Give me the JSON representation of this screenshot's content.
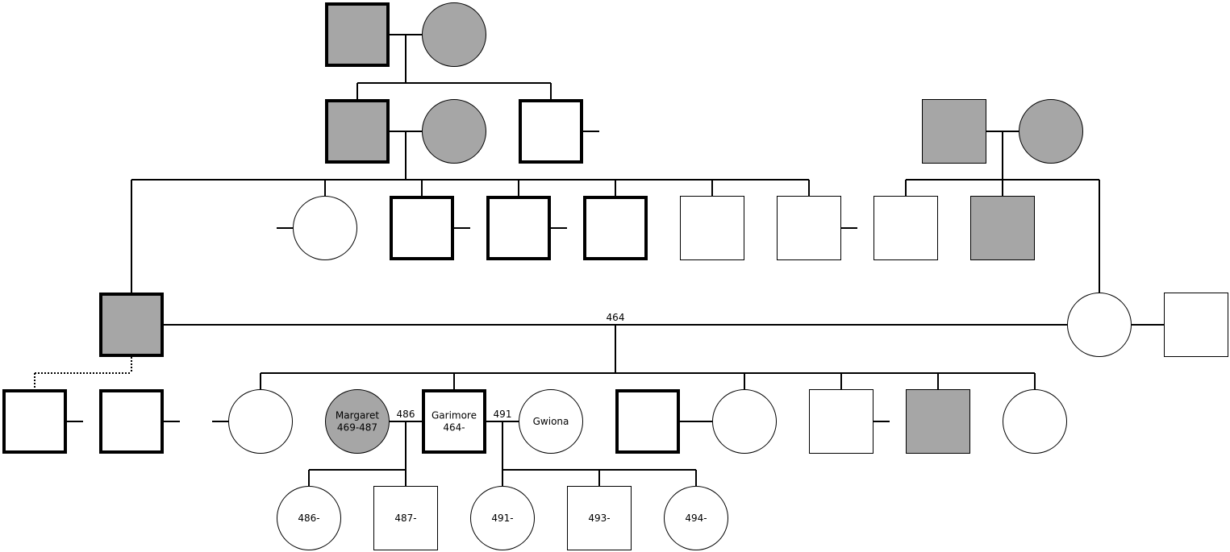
{
  "colors": {
    "affected": "#a6a6a6",
    "unaffected": "#ffffff",
    "stroke": "#000000"
  },
  "people": [
    {
      "id": "g1-father",
      "sex": "male",
      "affected": true,
      "lines": []
    },
    {
      "id": "g1-mother",
      "sex": "female",
      "affected": true,
      "lines": []
    },
    {
      "id": "g2-father",
      "sex": "male",
      "affected": true,
      "lines": []
    },
    {
      "id": "g2-mother",
      "sex": "female",
      "affected": true,
      "lines": []
    },
    {
      "id": "g2-brother",
      "sex": "male",
      "affected": false,
      "lines": []
    },
    {
      "id": "right-grandfather",
      "sex": "male",
      "affected": true,
      "lines": []
    },
    {
      "id": "right-grandmother",
      "sex": "female",
      "affected": true,
      "lines": []
    },
    {
      "id": "g3-sibling-1",
      "sex": "female",
      "affected": false,
      "lines": []
    },
    {
      "id": "g3-sibling-2",
      "sex": "male",
      "affected": false,
      "lines": []
    },
    {
      "id": "g3-sibling-3",
      "sex": "male",
      "affected": false,
      "lines": []
    },
    {
      "id": "g3-sibling-4",
      "sex": "male",
      "affected": false,
      "lines": []
    },
    {
      "id": "g3-sibling-5",
      "sex": "male",
      "affected": false,
      "lines": []
    },
    {
      "id": "g3-sibling-6",
      "sex": "male",
      "affected": false,
      "lines": []
    },
    {
      "id": "g3-right-sibling-1",
      "sex": "male",
      "affected": false,
      "lines": []
    },
    {
      "id": "g3-right-sibling-2",
      "sex": "male",
      "affected": true,
      "lines": []
    },
    {
      "id": "g4-father",
      "sex": "male",
      "affected": true,
      "lines": []
    },
    {
      "id": "g4-mother",
      "sex": "female",
      "affected": false,
      "lines": []
    },
    {
      "id": "g4-mother-partner",
      "sex": "male",
      "affected": false,
      "lines": []
    },
    {
      "id": "g5-half-1",
      "sex": "male",
      "affected": false,
      "lines": []
    },
    {
      "id": "g5-half-2",
      "sex": "male",
      "affected": false,
      "lines": []
    },
    {
      "id": "g5-child-1",
      "sex": "female",
      "affected": false,
      "lines": []
    },
    {
      "id": "margaret",
      "sex": "female",
      "affected": true,
      "lines": [
        "Margaret",
        "469-487"
      ]
    },
    {
      "id": "garimore",
      "sex": "male",
      "affected": false,
      "lines": [
        "Garimore",
        "464-"
      ]
    },
    {
      "id": "gwiona",
      "sex": "female",
      "affected": false,
      "lines": [
        "Gwiona"
      ]
    },
    {
      "id": "g5-child-3",
      "sex": "male",
      "affected": false,
      "lines": []
    },
    {
      "id": "g5-child-3-spouse",
      "sex": "female",
      "affected": false,
      "lines": []
    },
    {
      "id": "g5-child-4",
      "sex": "male",
      "affected": false,
      "lines": []
    },
    {
      "id": "g5-child-5",
      "sex": "male",
      "affected": true,
      "lines": []
    },
    {
      "id": "g5-child-6",
      "sex": "female",
      "affected": false,
      "lines": []
    },
    {
      "id": "child-486",
      "sex": "female",
      "affected": false,
      "lines": [
        "486-"
      ]
    },
    {
      "id": "child-487",
      "sex": "male",
      "affected": false,
      "lines": [
        "487-"
      ]
    },
    {
      "id": "child-491",
      "sex": "female",
      "affected": false,
      "lines": [
        "491-"
      ]
    },
    {
      "id": "child-493",
      "sex": "male",
      "affected": false,
      "lines": [
        "493-"
      ]
    },
    {
      "id": "child-494",
      "sex": "female",
      "affected": false,
      "lines": [
        "494-"
      ]
    }
  ],
  "union_labels": [
    {
      "id": "union-464",
      "text": "464"
    },
    {
      "id": "union-486",
      "text": "486"
    },
    {
      "id": "union-491",
      "text": "491"
    }
  ]
}
